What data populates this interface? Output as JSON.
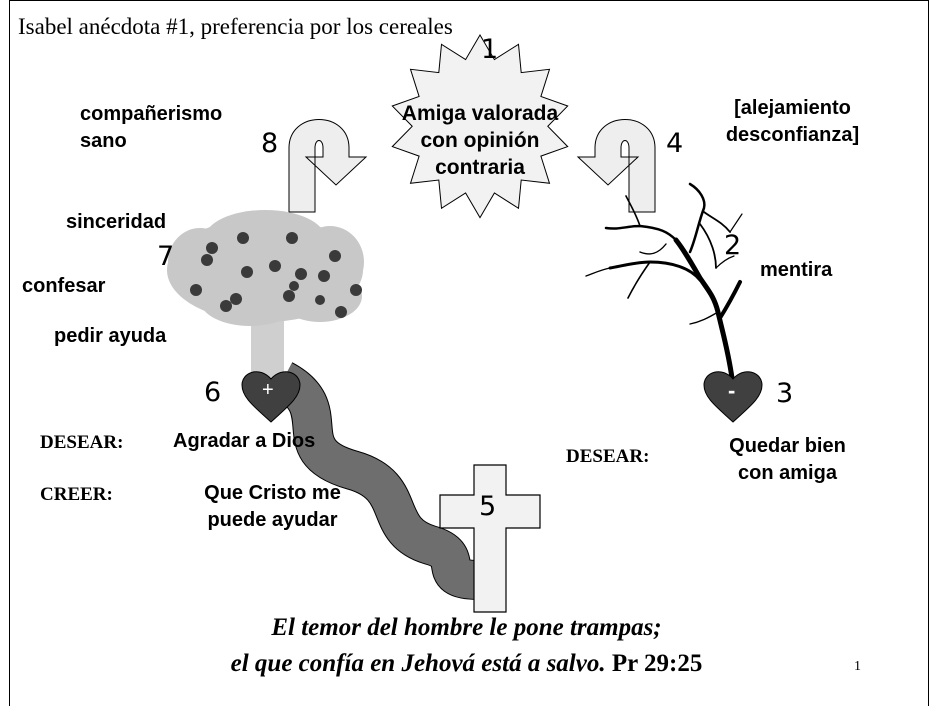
{
  "title": "Isabel anécdota #1, preferencia por los cereales",
  "center_star": {
    "number": "1",
    "line1": "Amiga valorada",
    "line2": "con opinión",
    "line3": "contraria"
  },
  "left_cycle": {
    "arrow_number": "8",
    "label": [
      "compañerismo",
      "sano"
    ],
    "tree_number": "7",
    "tree_labels": [
      "sinceridad",
      "confesar",
      "pedir ayuda"
    ],
    "heart_number": "6",
    "heart_sign": "+",
    "desire_key": "DESEAR:",
    "desire_value": "Agradar a Dios",
    "belief_key": "CREER:",
    "belief_value": [
      "Que Cristo me",
      "puede ayudar"
    ]
  },
  "right_cycle": {
    "arrow_number": "4",
    "label": [
      "[alejamiento",
      "desconfianza]"
    ],
    "tree_number": "2",
    "tree_label": "mentira",
    "heart_number": "3",
    "heart_sign": "-",
    "desire_key": "DESEAR:",
    "desire_value": [
      "Quedar bien",
      "con amiga"
    ]
  },
  "cross_number": "5",
  "verse": {
    "line1": "El temor del hombre le pone trampas;",
    "line2": "el que confía en Jehová está a salvo.",
    "reference": "Pr 29:25"
  },
  "page_number": "1",
  "colors": {
    "foliage": "#c8c8c8",
    "trunk": "#cfcfcf",
    "apple": "#3a3a3a",
    "heart": "#404040",
    "path": "#6e6e6e",
    "arrow_fill": "#eeeeee"
  }
}
